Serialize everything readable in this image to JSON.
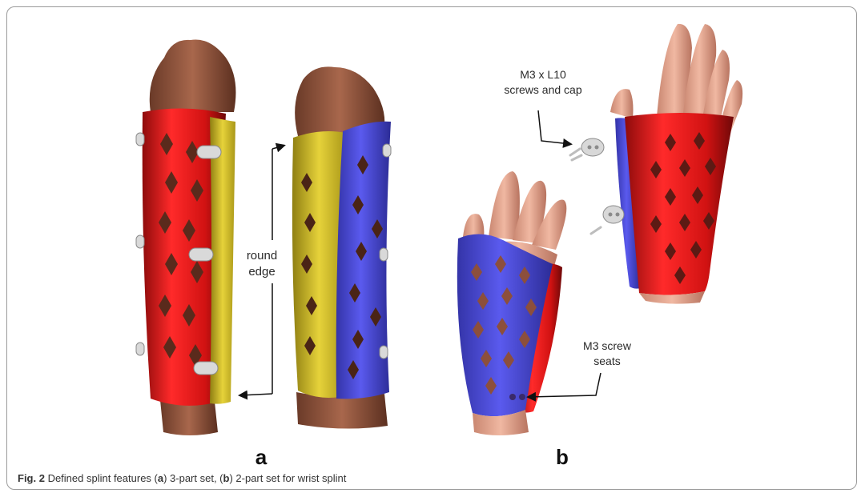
{
  "figure": {
    "panel_a": "a",
    "panel_b": "b",
    "annotations": {
      "round_edge_line1": "round",
      "round_edge_line2": "edge",
      "screws_line1": "M3 x L10",
      "screws_line2": "screws and cap",
      "seats_line1": "M3 screw",
      "seats_line2": "seats"
    }
  },
  "caption": {
    "fig_label": "Fig. 2",
    "text_1": " Defined splint features (",
    "ref_a": "a",
    "text_2": ") 3-part set, (",
    "ref_b": "b",
    "text_3": ") 2-part set for wrist splint"
  },
  "colors": {
    "splint_red": "#e01a1a",
    "splint_yellow": "#d9c325",
    "splint_blue": "#4a4ad6",
    "skin": "#b5715a",
    "skin_light": "#e0a48e"
  }
}
